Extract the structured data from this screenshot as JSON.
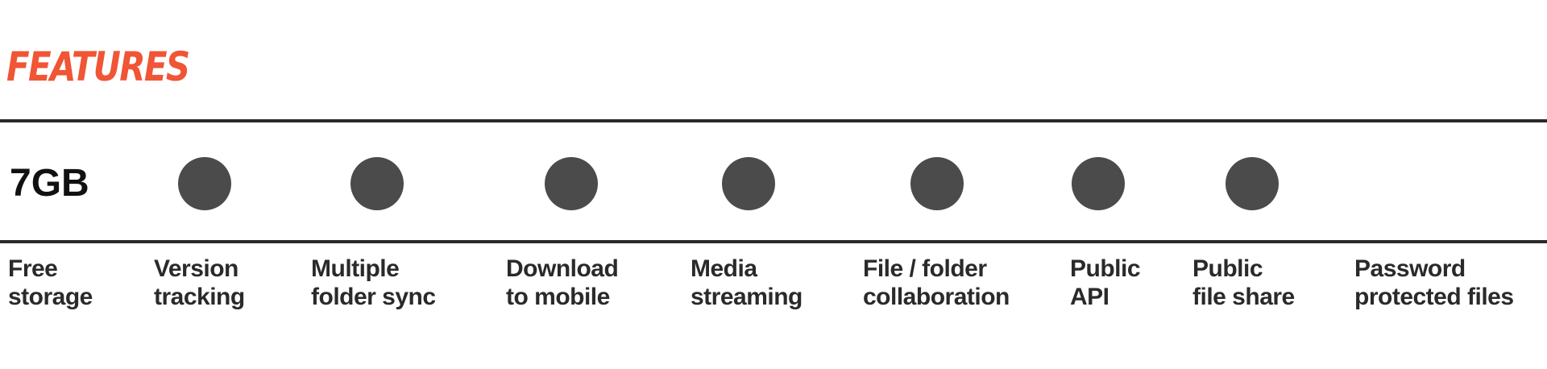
{
  "title": "FEATURES",
  "storage_value": "7GB",
  "colors": {
    "title": "#f05535",
    "dot": "#4b4b4b",
    "rule": "#2a2a2a"
  },
  "features": [
    {
      "line1": "Free",
      "line2": "storage",
      "included": null
    },
    {
      "line1": "Version",
      "line2": "tracking",
      "included": true
    },
    {
      "line1": "Multiple",
      "line2": "folder sync",
      "included": true
    },
    {
      "line1": "Download",
      "line2": "to mobile",
      "included": true
    },
    {
      "line1": "Media",
      "line2": "streaming",
      "included": true
    },
    {
      "line1": "File / folder",
      "line2": "collaboration",
      "included": true
    },
    {
      "line1": "Public",
      "line2": "API",
      "included": true
    },
    {
      "line1": "Public",
      "line2": "file share",
      "included": true
    },
    {
      "line1": "Password",
      "line2": "protected files",
      "included": false
    }
  ]
}
